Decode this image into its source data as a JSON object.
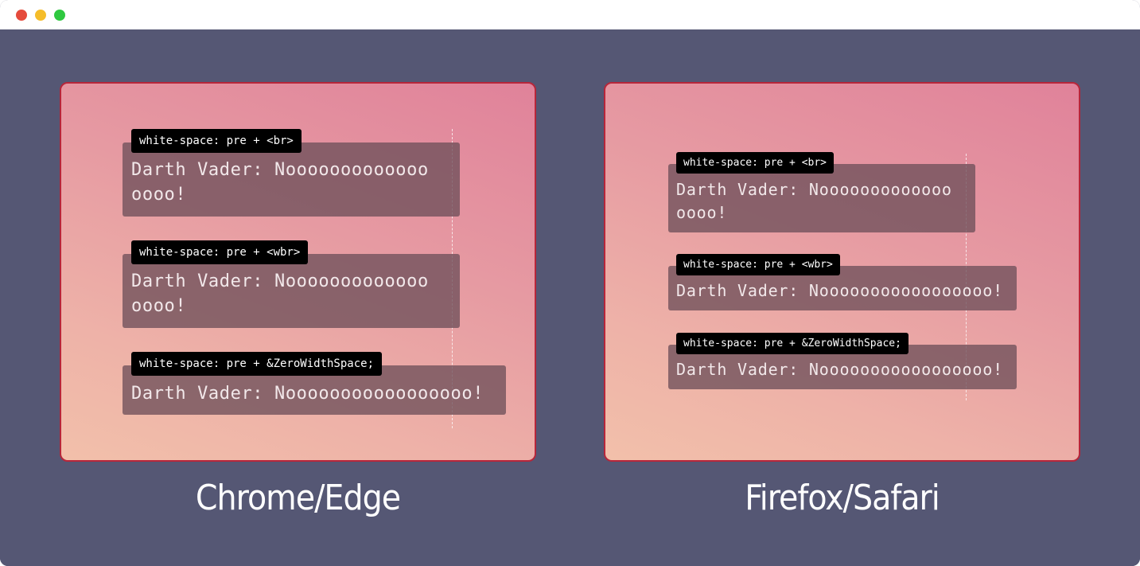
{
  "window": {
    "controls": [
      "close",
      "minimize",
      "maximize"
    ]
  },
  "panels": [
    {
      "caption": "Chrome/Edge",
      "examples": [
        {
          "label": "white-space: pre + <br>",
          "lines": [
            "Darth Vader: Nooooooooooooo",
            "oooo!"
          ]
        },
        {
          "label": "white-space: pre + <wbr>",
          "lines": [
            "Darth Vader: Nooooooooooooo",
            "oooo!"
          ]
        },
        {
          "label": "white-space: pre + &ZeroWidthSpace;",
          "lines": [
            "Darth Vader: Nooooooooooooooooo!"
          ]
        }
      ]
    },
    {
      "caption": "Firefox/Safari",
      "examples": [
        {
          "label": "white-space: pre + <br>",
          "lines": [
            "Darth Vader: Nooooooooooooo",
            "oooo!"
          ]
        },
        {
          "label": "white-space: pre + <wbr>",
          "lines": [
            "Darth Vader: Nooooooooooooooooo!"
          ]
        },
        {
          "label": "white-space: pre + &ZeroWidthSpace;",
          "lines": [
            "Darth Vader: Nooooooooooooooooo!"
          ]
        }
      ]
    }
  ],
  "colors": {
    "background": "#555774",
    "panel_border": "#b7263a",
    "label_bg": "#000000",
    "close": "#e54b3c",
    "minimize": "#f5bd2a",
    "maximize": "#2fc840"
  }
}
